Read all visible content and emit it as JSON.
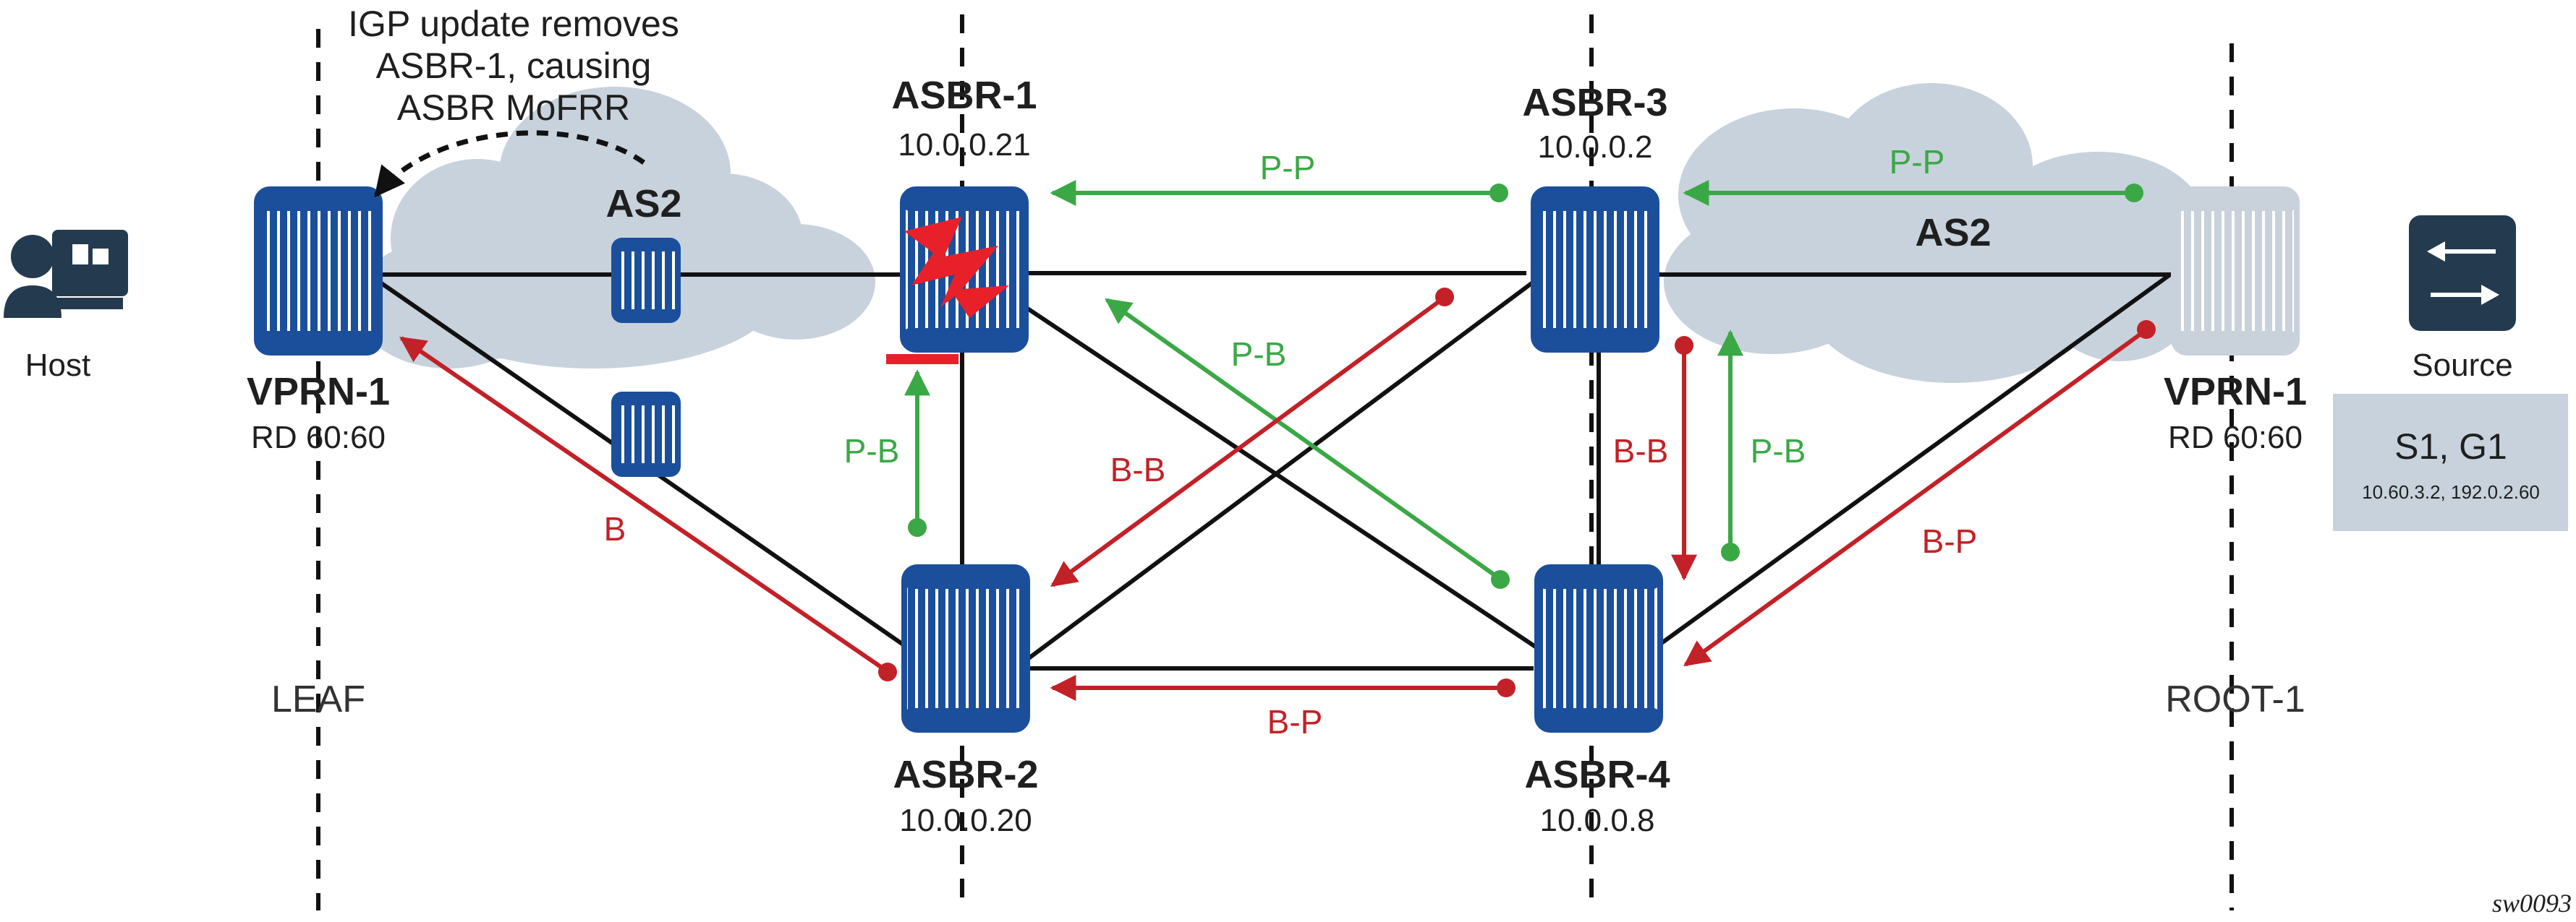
{
  "annotation": {
    "line1": "IGP update removes",
    "line2": "ASBR-1, causing",
    "line3": "ASBR MoFRR"
  },
  "clouds": {
    "left_label": "AS2",
    "right_label": "AS2"
  },
  "host": {
    "label": "Host"
  },
  "source": {
    "label": "Source",
    "box_title": "S1, G1",
    "box_detail": "10.60.3.2, 192.0.2.60"
  },
  "nodes": {
    "vprn_left": {
      "name": "VPRN-1",
      "rd": "RD 60:60",
      "zone": "LEAF"
    },
    "vprn_right": {
      "name": "VPRN-1",
      "rd": "RD 60:60",
      "zone": "ROOT-1"
    },
    "asbr1": {
      "name": "ASBR-1",
      "ip": "10.0.0.21"
    },
    "asbr2": {
      "name": "ASBR-2",
      "ip": "10.0.0.20"
    },
    "asbr3": {
      "name": "ASBR-3",
      "ip": "10.0.0.2"
    },
    "asbr4": {
      "name": "ASBR-4",
      "ip": "10.0.0.8"
    }
  },
  "flows": {
    "pp_top": "P-P",
    "pp_right": "P-P",
    "pb_diag": "P-B",
    "pb_asbr1": "P-B",
    "pb_right": "P-B",
    "bb_diag": "B-B",
    "bb_right": "B-B",
    "b_left": "B",
    "bp_bottom": "B-P",
    "bp_right": "B-P"
  },
  "colors": {
    "primary_flow": "#3aa845",
    "backup_flow": "#c22127",
    "router": "#1b4f9c",
    "router_inactive": "#c9d1da",
    "cloud": "#c8d2dc",
    "source_box": "#c8d2dc",
    "failure": "#e8202a"
  },
  "icons": {
    "host": "host-computer-icon",
    "source": "switch-icon",
    "failure": "lightning-failure-icon"
  },
  "figure_id": "sw0093"
}
